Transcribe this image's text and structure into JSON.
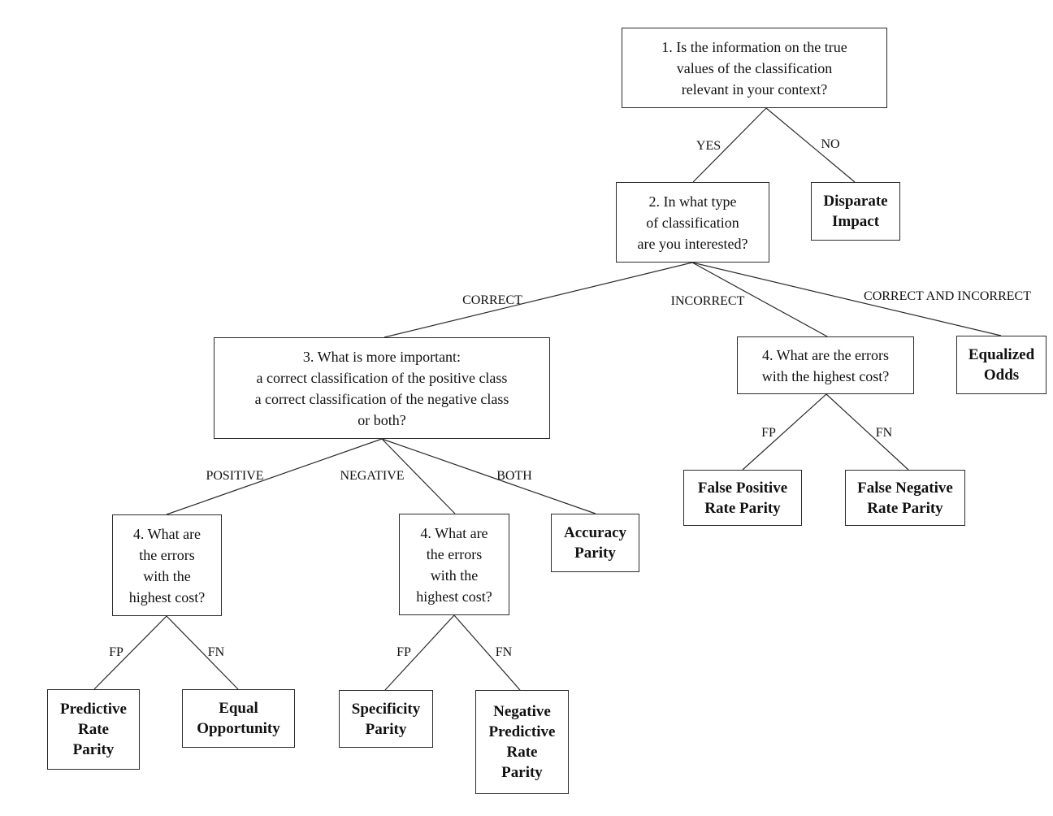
{
  "colors": {
    "background": "#ffffff",
    "line": "#2b2b2b",
    "box_border": "#2b2b2b",
    "text": "#111111"
  },
  "nodes": {
    "q1": {
      "text": "1. Is the information on the true\nvalues of the classification\nrelevant in your context?"
    },
    "q2": {
      "text": "2. In what type\nof classification\nare you interested?"
    },
    "q3": {
      "text": "3. What is more important:\na correct classification of the positive class\na correct classification of the negative class\nor both?"
    },
    "q4_incorrect": {
      "text": "4. What are the errors\nwith the highest cost?"
    },
    "q4_positive": {
      "text": "4. What are\nthe errors\nwith the\nhighest cost?"
    },
    "q4_negative": {
      "text": "4. What are\nthe errors\nwith the\nhighest cost?"
    },
    "disparate_impact": {
      "text": "Disparate\nImpact"
    },
    "equalized_odds": {
      "text": "Equalized\nOdds"
    },
    "accuracy_parity": {
      "text": "Accuracy\nParity"
    },
    "false_positive_rate_parity": {
      "text": "False Positive\nRate Parity"
    },
    "false_negative_rate_parity": {
      "text": "False Negative\nRate Parity"
    },
    "predictive_rate_parity": {
      "text": "Predictive\nRate\nParity"
    },
    "equal_opportunity": {
      "text": "Equal\nOpportunity"
    },
    "specificity_parity": {
      "text": "Specificity\nParity"
    },
    "negative_predictive_rate_parity": {
      "text": "Negative\nPredictive\nRate\nParity"
    }
  },
  "edge_labels": {
    "yes": "YES",
    "no": "NO",
    "correct": "CORRECT",
    "incorrect": "INCORRECT",
    "correct_and_incorrect": "CORRECT AND INCORRECT",
    "positive": "POSITIVE",
    "negative": "NEGATIVE",
    "both": "BOTH",
    "fp": "FP",
    "fn": "FN"
  }
}
